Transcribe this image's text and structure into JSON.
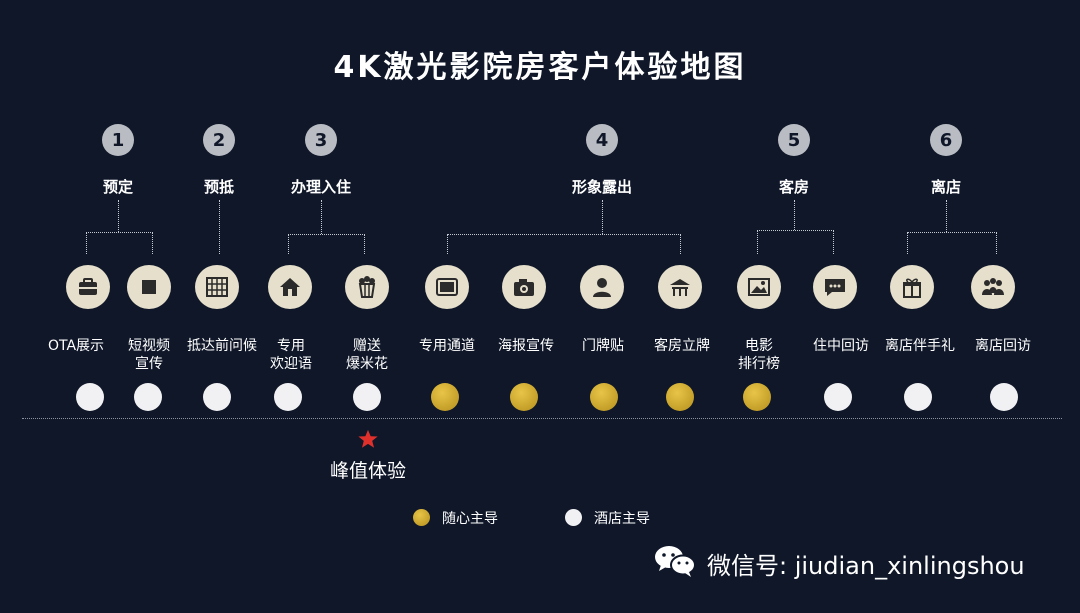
{
  "title": "4K激光影院房客户体验地图",
  "stages": [
    {
      "number": "1",
      "label": "预定"
    },
    {
      "number": "2",
      "label": "预抵"
    },
    {
      "number": "3",
      "label": "办理入住"
    },
    {
      "number": "4",
      "label": "形象露出"
    },
    {
      "number": "5",
      "label": "客房"
    },
    {
      "number": "6",
      "label": "离店"
    }
  ],
  "touchpoints": [
    {
      "label": "OTA展示",
      "icon": "briefcase-icon",
      "lead": "hotel"
    },
    {
      "label": "短视频\n宣传",
      "icon": "square-icon",
      "lead": "hotel"
    },
    {
      "label": "抵达前问候",
      "icon": "grid-icon",
      "lead": "hotel"
    },
    {
      "label": "专用\n欢迎语",
      "icon": "house-icon",
      "lead": "hotel"
    },
    {
      "label": "赠送\n爆米花",
      "icon": "popcorn-icon",
      "lead": "hotel"
    },
    {
      "label": "专用通道",
      "icon": "film-icon",
      "lead": "brand"
    },
    {
      "label": "海报宣传",
      "icon": "camera-icon",
      "lead": "brand"
    },
    {
      "label": "门牌贴",
      "icon": "person-icon",
      "lead": "brand"
    },
    {
      "label": "客房立牌",
      "icon": "pavilion-icon",
      "lead": "brand"
    },
    {
      "label": "电影\n排行榜",
      "icon": "picture-icon",
      "lead": "brand"
    },
    {
      "label": "住中回访",
      "icon": "chat-icon",
      "lead": "hotel"
    },
    {
      "label": "离店伴手礼",
      "icon": "gift-icon",
      "lead": "hotel"
    },
    {
      "label": "离店回访",
      "icon": "group-icon",
      "lead": "hotel"
    }
  ],
  "peak": {
    "label": "峰值体验"
  },
  "legend": {
    "brand": "随心主导",
    "hotel": "酒店主导"
  },
  "watermark": "微信号: jiudian_xinlingshou",
  "colors": {
    "background": "#0f1729",
    "gold": "#c9a22a",
    "hotel": "#f1f1f3",
    "icon_bg": "#e5dfcb",
    "star": "#e0302c"
  }
}
